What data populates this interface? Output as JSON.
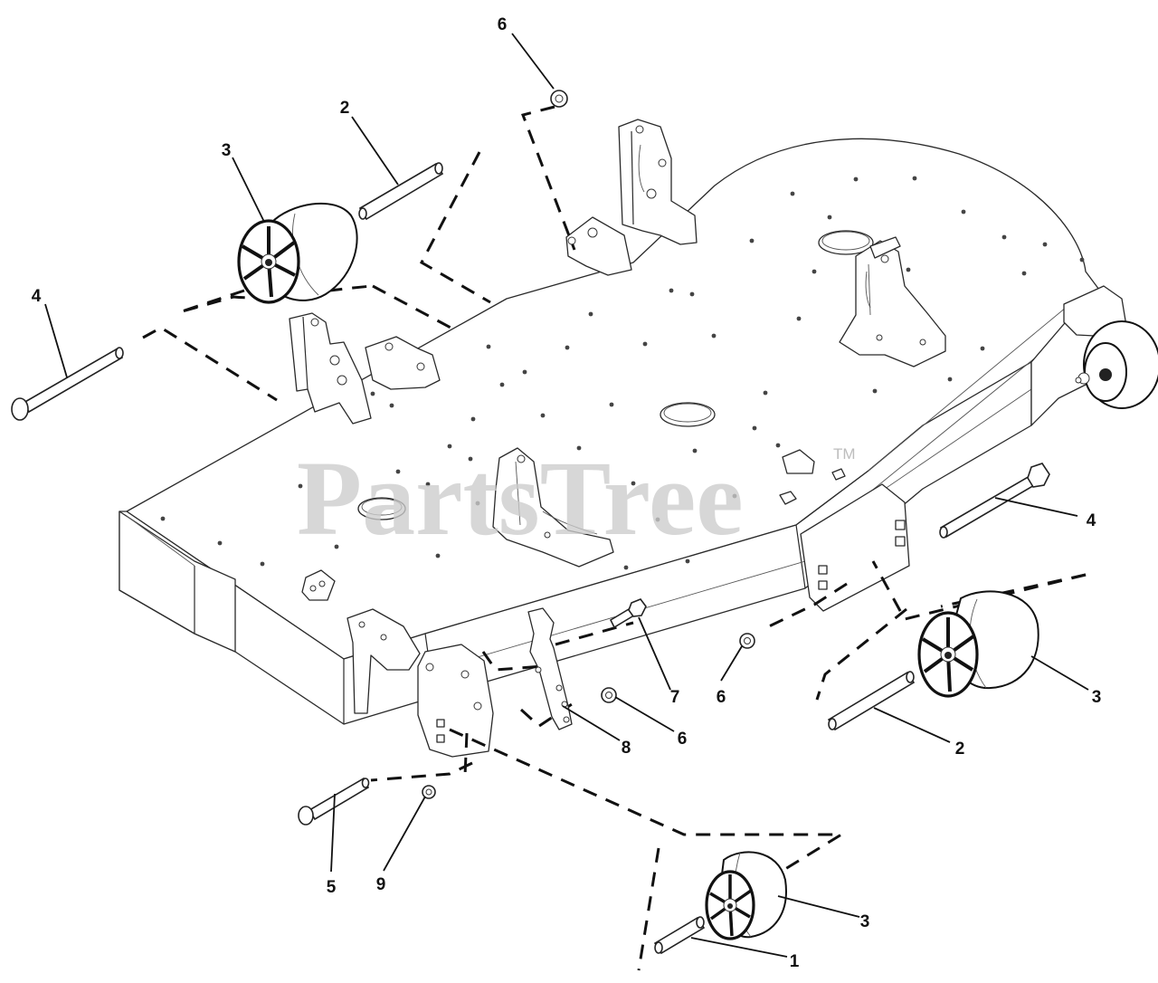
{
  "watermark": {
    "brand": "PartsTree",
    "trademark": "TM"
  },
  "callouts": {
    "c1": "1",
    "c2_upper": "2",
    "c2_lower": "2",
    "c3_upper_left": "3",
    "c3_right": "3",
    "c3_bottom": "3",
    "c4_left": "4",
    "c4_right": "4",
    "c5": "5",
    "c6_top": "6",
    "c6_center": "6",
    "c6_bracket": "6",
    "c7": "7",
    "c8": "8",
    "c9": "9"
  }
}
